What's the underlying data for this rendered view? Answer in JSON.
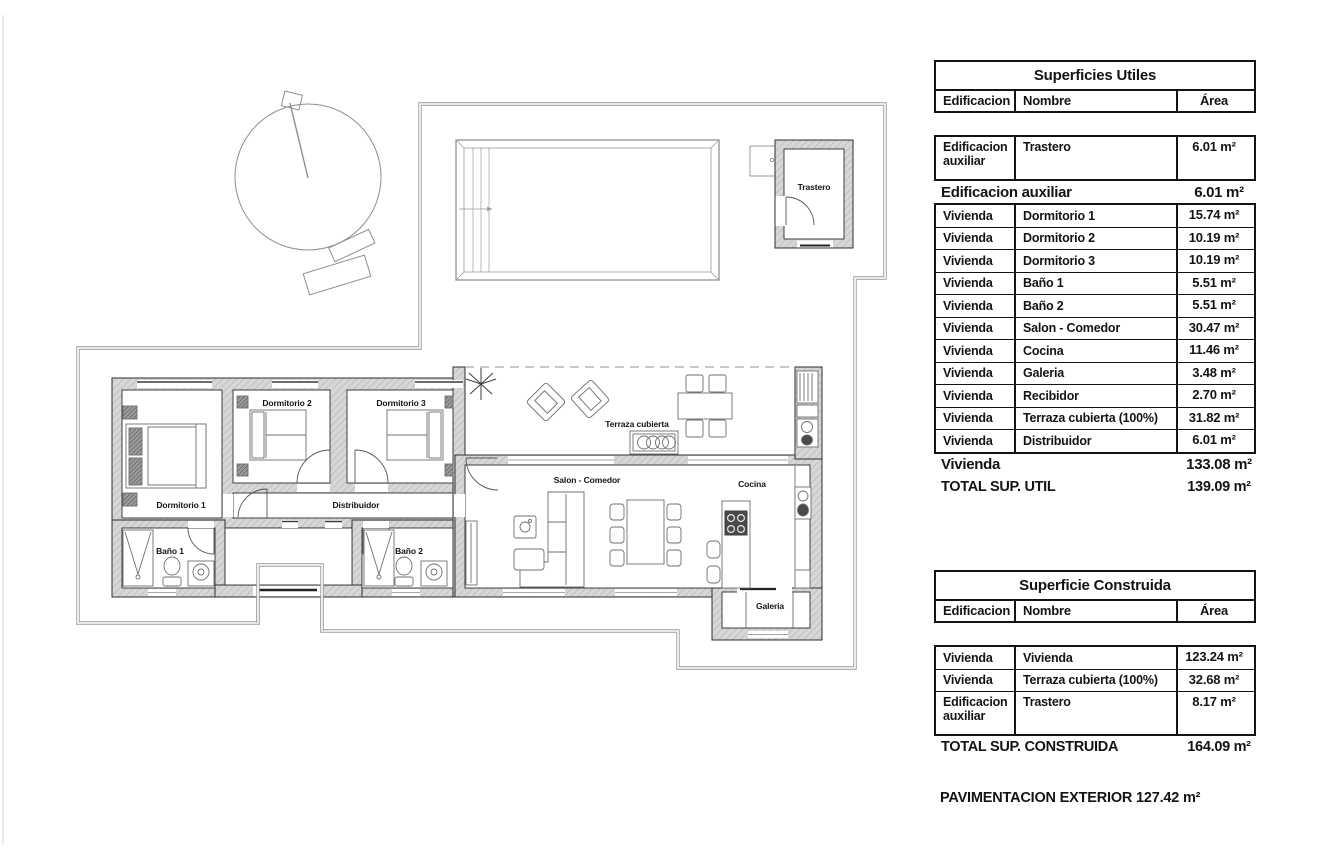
{
  "colors": {
    "ink": "#141414",
    "wall_line": "#2e2e2e",
    "wall_fill": "#d7d7d7",
    "boundary": "#9a9a9a",
    "furniture_line": "#6f6f6f"
  },
  "plan": {
    "labels": {
      "dormitorio1": "Dormitorio 1",
      "dormitorio2": "Dormitorio 2",
      "dormitorio3": "Dormitorio 3",
      "distribuidor": "Distribuidor",
      "bano1": "Baño 1",
      "bano2": "Baño 2",
      "salon": "Salon - Comedor",
      "cocina": "Cocina",
      "galeria": "Galeria",
      "terraza": "Terraza cubierta",
      "trastero": "Trastero"
    }
  },
  "tables": {
    "utiles": {
      "title": "Superficies Utiles",
      "col_edificacion": "Edificacion",
      "col_nombre": "Nombre",
      "col_area": "Área",
      "aux_row": {
        "edificacion": "Edificacion auxiliar",
        "nombre": "Trastero",
        "area": "6.01 m²"
      },
      "aux_subtotal": {
        "label": "Edificacion auxiliar",
        "area": "6.01 m²"
      },
      "rows": [
        {
          "edificacion": "Vivienda",
          "nombre": "Dormitorio 1",
          "area": "15.74 m²"
        },
        {
          "edificacion": "Vivienda",
          "nombre": "Dormitorio 2",
          "area": "10.19 m²"
        },
        {
          "edificacion": "Vivienda",
          "nombre": "Dormitorio 3",
          "area": "10.19 m²"
        },
        {
          "edificacion": "Vivienda",
          "nombre": "Baño 1",
          "area": "5.51 m²"
        },
        {
          "edificacion": "Vivienda",
          "nombre": "Baño 2",
          "area": "5.51 m²"
        },
        {
          "edificacion": "Vivienda",
          "nombre": "Salon - Comedor",
          "area": "30.47 m²"
        },
        {
          "edificacion": "Vivienda",
          "nombre": "Cocina",
          "area": "11.46 m²"
        },
        {
          "edificacion": "Vivienda",
          "nombre": "Galeria",
          "area": "3.48 m²"
        },
        {
          "edificacion": "Vivienda",
          "nombre": "Recibidor",
          "area": "2.70 m²"
        },
        {
          "edificacion": "Vivienda",
          "nombre": "Terraza cubierta (100%)",
          "area": "31.82 m²"
        },
        {
          "edificacion": "Vivienda",
          "nombre": "Distribuidor",
          "area": "6.01 m²"
        }
      ],
      "viv_subtotal": {
        "label": "Vivienda",
        "area": "133.08 m²"
      },
      "total": {
        "label": "TOTAL SUP. UTIL",
        "area": "139.09 m²"
      }
    },
    "construida": {
      "title": "Superficie Construida",
      "col_edificacion": "Edificacion",
      "col_nombre": "Nombre",
      "col_area": "Área",
      "rows": [
        {
          "edificacion": "Vivienda",
          "nombre": "Vivienda",
          "area": "123.24 m²"
        },
        {
          "edificacion": "Vivienda",
          "nombre": "Terraza cubierta (100%)",
          "area": "32.68 m²"
        },
        {
          "edificacion": "Edificacion auxiliar",
          "nombre": "Trastero",
          "area": "8.17 m²"
        }
      ],
      "total": {
        "label": "TOTAL SUP. CONSTRUIDA",
        "area": "164.09 m²"
      }
    },
    "pavimentacion": "PAVIMENTACION EXTERIOR 127.42 m²"
  }
}
